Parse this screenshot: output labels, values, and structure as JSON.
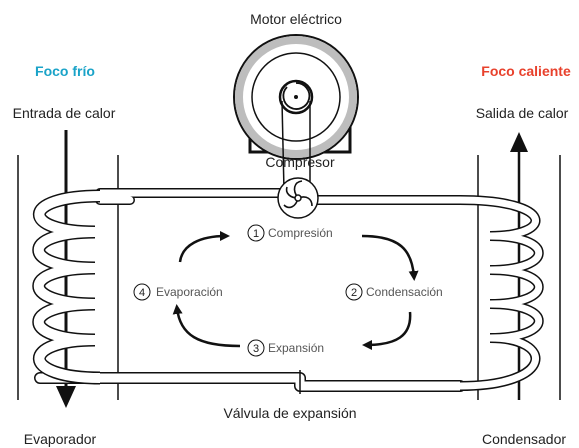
{
  "labels": {
    "motor": "Motor eléctrico",
    "cold_source": "Foco frío",
    "hot_source": "Foco caliente",
    "heat_input": "Entrada de calor",
    "heat_output": "Salida de calor",
    "compressor": "Compresor",
    "expansion_valve": "Válvula de expansión",
    "evaporator": "Evaporador",
    "condenser": "Condensador"
  },
  "cycle_steps": [
    {
      "number": "1",
      "label": "Compresión"
    },
    {
      "number": "2",
      "label": "Condensación"
    },
    {
      "number": "3",
      "label": "Expansión"
    },
    {
      "number": "4",
      "label": "Evaporación"
    }
  ],
  "colors": {
    "cold_source": "#1aa3c8",
    "hot_source": "#e8412c",
    "line": "#111111",
    "pipe_fill": "#ffffff",
    "text": "#222222"
  }
}
